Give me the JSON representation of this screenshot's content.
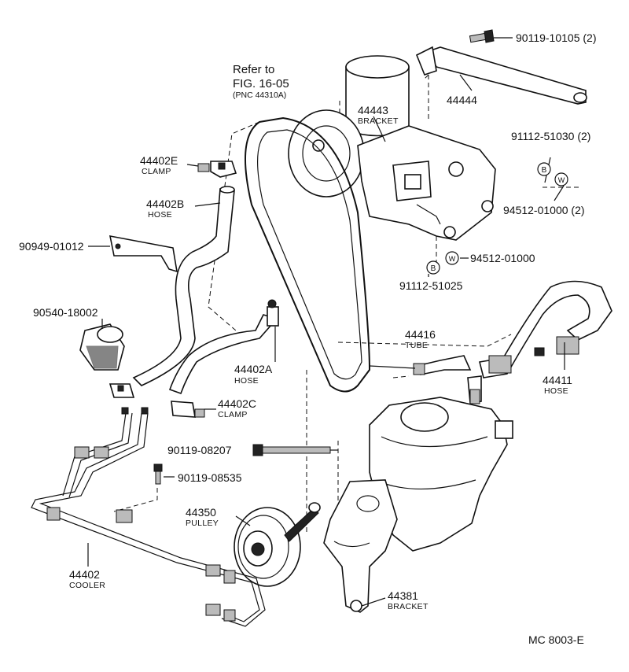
{
  "refer": {
    "line1": "Refer to",
    "line2": "FIG. 16-05",
    "line3": "(PNC 44310A)"
  },
  "parts": {
    "p90119_10105": "90119-10105 (2)",
    "p44444": "44444",
    "p44443": "44443",
    "p44443_sub": "BRACKET",
    "p91112_51030": "91112-51030 (2)",
    "p94512_01000_2": "94512-01000 (2)",
    "p94512_01000": "94512-01000",
    "p91112_51025": "91112-51025",
    "p44402E": "44402E",
    "p44402E_sub": "CLAMP",
    "p44402B": "44402B",
    "p44402B_sub": "HOSE",
    "p90949_01012": "90949-01012",
    "p90540_18002": "90540-18002",
    "p44402A": "44402A",
    "p44402A_sub": "HOSE",
    "p44402C": "44402C",
    "p44402C_sub": "CLAMP",
    "p44416": "44416",
    "p44416_sub": "TUBE",
    "p44411": "44411",
    "p44411_sub": "HOSE",
    "p90119_08207": "90119-08207",
    "p90119_08535": "90119-08535",
    "p44350": "44350",
    "p44350_sub": "PULLEY",
    "p44402": "44402",
    "p44402_sub": "COOLER",
    "p44381": "44381",
    "p44381_sub": "BRACKET"
  },
  "markers": {
    "b": "B",
    "w": "W"
  },
  "footer": {
    "code": "MC  8003-E"
  }
}
